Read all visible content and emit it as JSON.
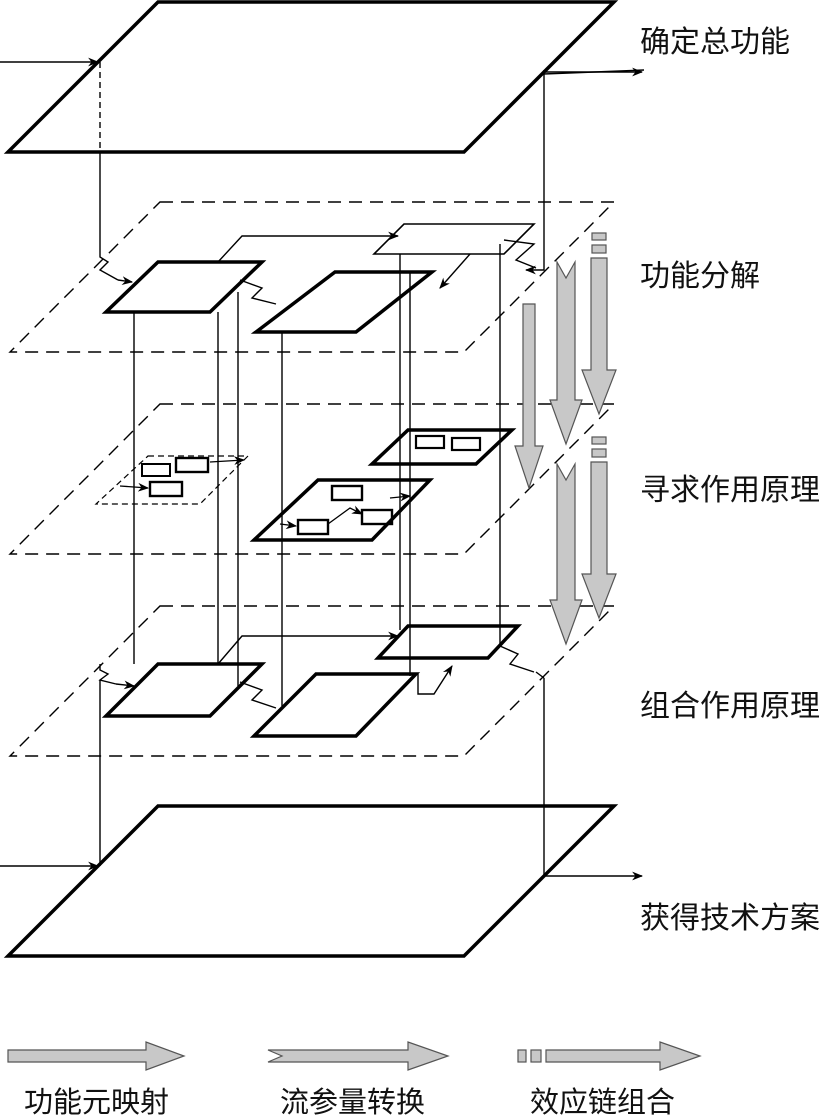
{
  "layers": [
    {
      "id": "top",
      "label": "确定总功能"
    },
    {
      "id": "decompose",
      "label": "功能分解"
    },
    {
      "id": "seek",
      "label": "寻求作用原理"
    },
    {
      "id": "combine",
      "label": "组合作用原理"
    },
    {
      "id": "bottom",
      "label": "获得技术方案"
    }
  ],
  "legend": {
    "function_mapping": "功能元映射",
    "flow_conversion": "流参量转换",
    "effect_chain": "效应链组合"
  },
  "colors": {
    "stroke": "#000000",
    "arrow_fill": "#c8c8c8",
    "arrow_stroke": "#555555"
  }
}
